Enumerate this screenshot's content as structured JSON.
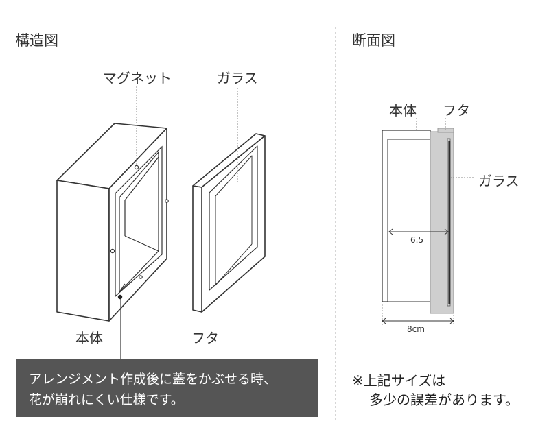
{
  "structure": {
    "title": "構造図",
    "magnet_label": "マグネット",
    "glass_label": "ガラス",
    "body_label": "本体",
    "lid_label": "フタ"
  },
  "section": {
    "title": "断面図",
    "body_label": "本体",
    "lid_label": "フタ",
    "glass_label": "ガラス",
    "inner_dim": "6.5",
    "outer_dim": "8cm"
  },
  "callout": {
    "line1": "アレンジメント作成後に蓋をかぶせる時、",
    "line2": "花が崩れにくい仕様です。"
  },
  "note": {
    "line1": "※上記サイズは",
    "line2": "多少の誤差があります。"
  }
}
